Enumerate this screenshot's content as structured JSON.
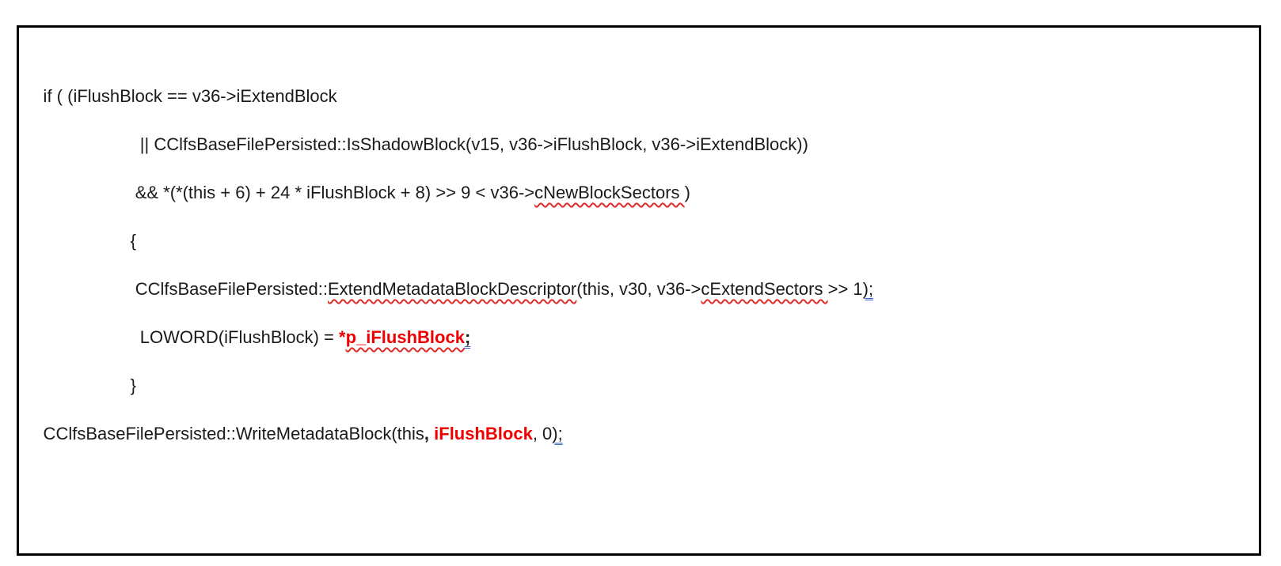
{
  "colors": {
    "background": "#ffffff",
    "border": "#000000",
    "text": "#1a1a1a",
    "highlight_red": "#f00000",
    "spellcheck_underline": "#e02b2b",
    "grammar_underline": "#3a66c8"
  },
  "code": {
    "lines": [
      {
        "segments": [
          {
            "text": "     if ( (iFlushBlock == v36->iExtendBlock",
            "style": "plain"
          }
        ]
      },
      {
        "segments": [
          {
            "text": "                         || CClfsBaseFilePersisted::IsShadowBlock(v15, v36->iFlushBlock, v36->iExtendBlock))",
            "style": "plain"
          }
        ]
      },
      {
        "segments": [
          {
            "text": "                        && *(*(this + 6) + 24 * iFlushBlock + 8) >> 9 < v36->",
            "style": "plain"
          },
          {
            "text": "cNewBlockSectors ",
            "style": "misspelled"
          },
          {
            "text": ")",
            "style": "plain"
          }
        ]
      },
      {
        "segments": [
          {
            "text": "                       {",
            "style": "plain"
          }
        ]
      },
      {
        "segments": [
          {
            "text": "                        CClfsBaseFilePersisted::",
            "style": "plain"
          },
          {
            "text": "ExtendMetadataBlockDescriptor",
            "style": "misspelled"
          },
          {
            "text": "(this, v30, v36->",
            "style": "plain"
          },
          {
            "text": "cExtendSectors ",
            "style": "misspelled"
          },
          {
            "text": ">> 1",
            "style": "plain"
          },
          {
            "text": ");",
            "style": "grammar"
          }
        ]
      },
      {
        "segments": [
          {
            "text": "                         LOWORD(iFlushBlock) = ",
            "style": "plain"
          },
          {
            "text": "*",
            "style": "red-bold"
          },
          {
            "text": "p_iFlushBlock",
            "style": "red-bold-misspelled"
          },
          {
            "text": ";",
            "style": "bold-grammar"
          }
        ]
      },
      {
        "segments": [
          {
            "text": "                       }",
            "style": "plain"
          }
        ]
      },
      {
        "segments": [
          {
            "text": "     CClfsBaseFilePersisted::WriteMetadataBlock(this",
            "style": "plain"
          },
          {
            "text": ",",
            "style": "bold"
          },
          {
            "text": " ",
            "style": "plain"
          },
          {
            "text": "iFlushBlock",
            "style": "red-bold"
          },
          {
            "text": ", 0",
            "style": "plain"
          },
          {
            "text": ");",
            "style": "grammar"
          }
        ]
      }
    ]
  }
}
